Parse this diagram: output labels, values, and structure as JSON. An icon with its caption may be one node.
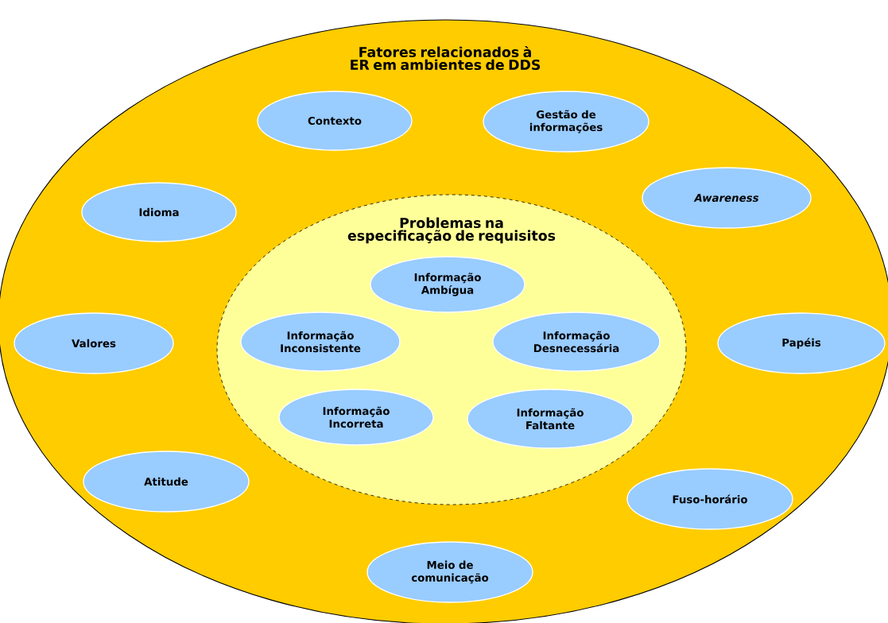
{
  "diagram": {
    "nodes": [
      {
        "text": [
          "Fatores relacionados à ER em ambientes de DDS"
        ]
      },
      {
        "text": [
          "Contexto"
        ],
        "in": 0
      },
      {
        "text": [
          "Gestão de informações"
        ],
        "in": 0
      },
      {
        "text": [
          "Idioma"
        ],
        "in": 0
      },
      {
        "text": [
          "Awareness"
        ],
        "in": 0
      },
      {
        "text": [
          "Problemas na especificação de requisitos"
        ],
        "in": 0
      },
      {
        "text": [
          "Informação Ambígua"
        ],
        "in": 5
      },
      {
        "text": [
          "Informação Inconsistente"
        ],
        "in": 5
      },
      {
        "text": [
          "Informação Desnecessária"
        ],
        "in": 5
      },
      {
        "text": [
          "Valores"
        ],
        "in": 0
      },
      {
        "text": [
          "Papéis"
        ],
        "in": 0
      },
      {
        "text": [
          "Informação Incorreta"
        ],
        "in": 5
      },
      {
        "text": [
          "Informação Faltante"
        ],
        "in": 5
      },
      {
        "text": [
          "Atitude"
        ],
        "in": 0
      },
      {
        "text": [
          "Fuso-horário"
        ],
        "in": 0
      },
      {
        "text": [
          "Meio de comunicação"
        ],
        "in": 0
      }
    ]
  }
}
